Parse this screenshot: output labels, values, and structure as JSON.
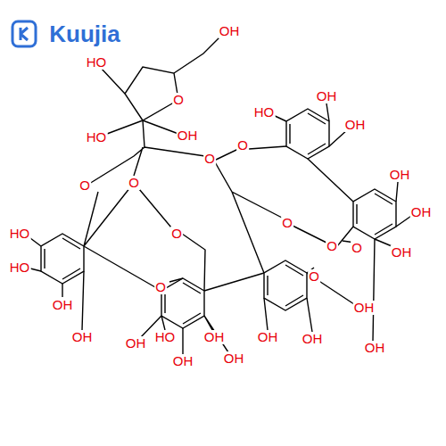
{
  "diagram": {
    "labels": [
      "Kuujia",
      "OH",
      "HO",
      "OH",
      "HO",
      "OH",
      "HO",
      "OH",
      "O",
      "O",
      "O",
      "O",
      "O",
      "OH",
      "OH",
      "OH",
      "O",
      "O",
      "O",
      "O",
      "O",
      "O",
      "HO",
      "HO",
      "OH",
      "OH",
      "OH",
      "HO",
      "OH",
      "OH",
      "OH",
      "OH",
      "OH",
      "OH",
      "OH"
    ]
  }
}
